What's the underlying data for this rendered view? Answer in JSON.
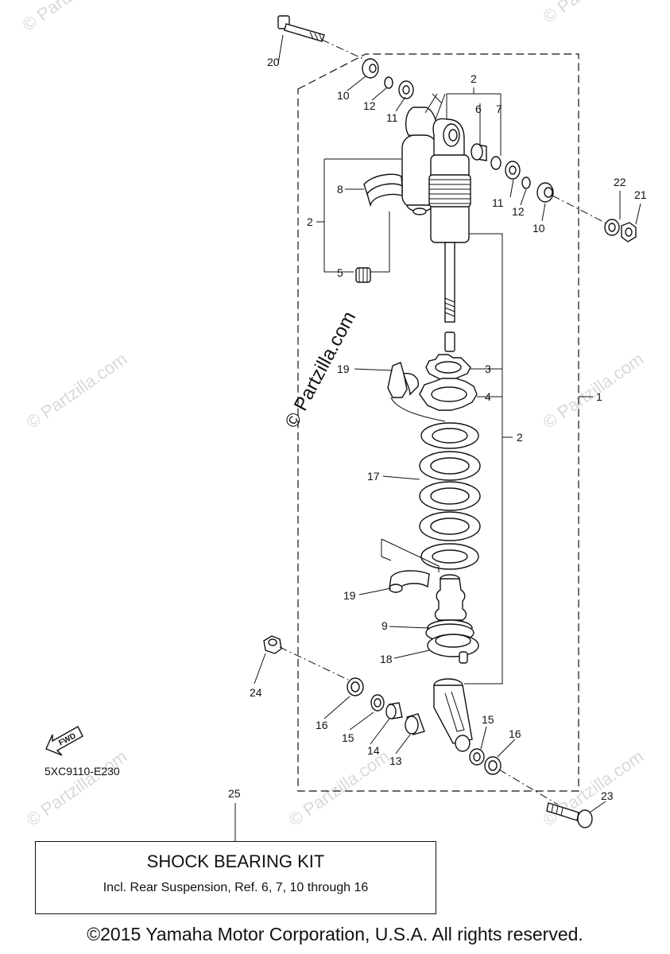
{
  "callouts": {
    "c1": "1",
    "c2a": "2",
    "c2b": "2",
    "c2c": "2",
    "c3": "3",
    "c4": "4",
    "c5": "5",
    "c6": "6",
    "c7": "7",
    "c8": "8",
    "c9": "9",
    "c10a": "10",
    "c10b": "10",
    "c11a": "11",
    "c11b": "11",
    "c12a": "12",
    "c12b": "12",
    "c13": "13",
    "c14": "14",
    "c15a": "15",
    "c15b": "15",
    "c16a": "16",
    "c16b": "16",
    "c17": "17",
    "c18": "18",
    "c19a": "19",
    "c19b": "19",
    "c20": "20",
    "c21": "21",
    "c22": "22",
    "c23": "23",
    "c24": "24",
    "c25": "25"
  },
  "fwd_label": "FWD",
  "diagram_code": "5XC9110-E230",
  "watermark": "© Partzilla.com",
  "kit": {
    "title": "SHOCK BEARING KIT",
    "description": "Incl. Rear Suspension, Ref. 6, 7, 10 through 16"
  },
  "copyright": "©2015 Yamaha Motor Corporation, U.S.A. All rights reserved."
}
